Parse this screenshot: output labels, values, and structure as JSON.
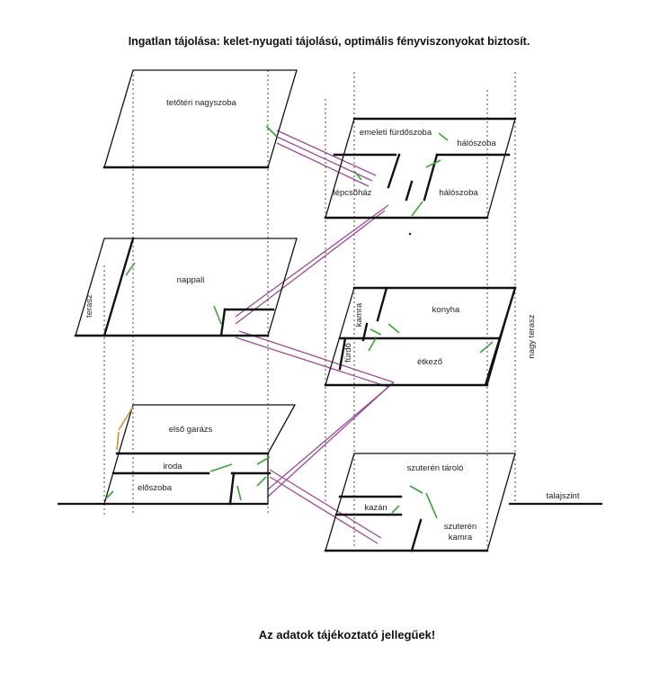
{
  "header": {
    "title": "Ingatlan tájolása: kelet-nyugati tájolású, optimális fényviszonyokat biztosít."
  },
  "footer": {
    "note": "Az adatok tájékoztató jellegűek!"
  },
  "labels": {
    "tetoteri_nagyszoba": "tetőtéri nagyszoba",
    "emeleti_furdoszoba": "emeleti fürdőszoba",
    "haloszoba_1": "hálószoba",
    "lepcsohaz": "lépcsőház",
    "haloszoba_2": "hálószoba",
    "nappali": "nappali",
    "terasz": "terasz",
    "kamra": "kamra",
    "konyha": "konyha",
    "furdo": "fürdő",
    "etkezo": "étkező",
    "nagy_terasz": "nagy terasz",
    "elso_garazs": "első garázs",
    "iroda": "iroda",
    "eloszoba": "előszoba",
    "szuteren_tarolo": "szuterén tároló",
    "kazan": "kazán",
    "szuteren_kamra_1": "szuterén",
    "szuteren_kamra_2": "kamra",
    "talajszint": "talajszint"
  },
  "colors": {
    "door": "#3aa535",
    "door_alt": "#d98b3a",
    "stair": "#9a4a9a",
    "line": "#111111"
  }
}
